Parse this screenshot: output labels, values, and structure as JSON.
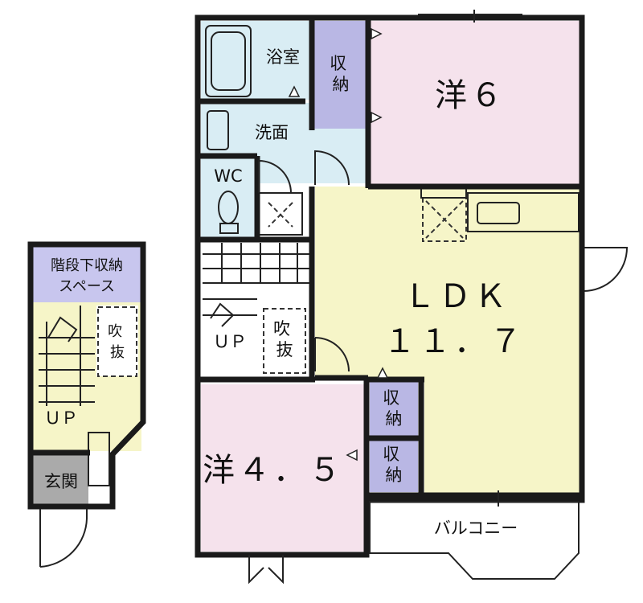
{
  "colors": {
    "bath": "#d9edf4",
    "storage": "#b9b7e4",
    "western_room": "#f5e2ec",
    "ldk": "#f6f5c8",
    "entrance": "#aaaaaa",
    "stair_storage": "#c8c6ee",
    "walls": "#1a1a1a"
  },
  "rooms": {
    "bath": "浴室",
    "storage_top": "収\n納",
    "washroom": "洗面",
    "wc": "WC",
    "western6": "洋６",
    "ldk_name": "ＬＤＫ",
    "ldk_size": "１１．７",
    "western45": "洋４．５",
    "storage_mid": "収\n納",
    "storage_low": "収\n納",
    "balcony": "バルコニー",
    "void_main": "吹\n抜",
    "up_main": "ＵＰ"
  },
  "ground": {
    "stair_storage_line1": "階段下収納",
    "stair_storage_line2": "スペース",
    "void": "吹\n抜",
    "up": "ＵＰ",
    "entrance": "玄関"
  }
}
